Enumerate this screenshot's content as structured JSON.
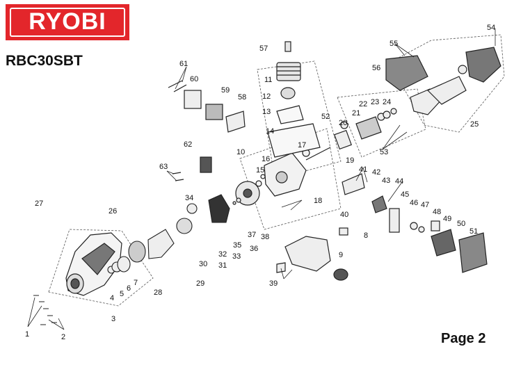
{
  "brand": "RYOBI",
  "model": "RBC30SBT",
  "page": "Page 2",
  "colors": {
    "brand_red": "#e3262b"
  },
  "part_numbers": [
    "1",
    "2",
    "3",
    "4",
    "5",
    "6",
    "7",
    "8",
    "9",
    "10",
    "11",
    "12",
    "13",
    "14",
    "15",
    "16",
    "17",
    "18",
    "19",
    "20",
    "21",
    "22",
    "23",
    "24",
    "25",
    "26",
    "27",
    "28",
    "29",
    "30",
    "31",
    "32",
    "33",
    "34",
    "35",
    "36",
    "37",
    "38",
    "39",
    "40",
    "41",
    "42",
    "43",
    "44",
    "45",
    "46",
    "47",
    "48",
    "49",
    "50",
    "51",
    "52",
    "53",
    "54",
    "55",
    "56",
    "57",
    "58",
    "59",
    "60",
    "61",
    "62",
    "63"
  ]
}
